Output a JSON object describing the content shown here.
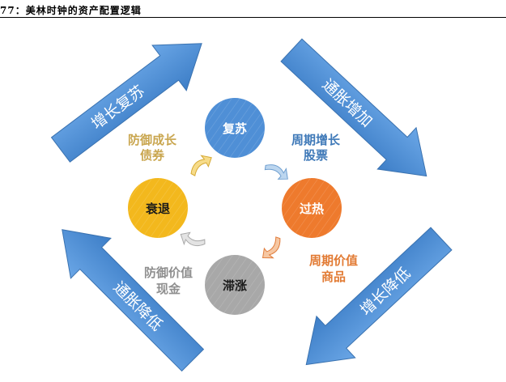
{
  "title": "77：美林时钟的资产配置逻辑",
  "arrows": [
    {
      "id": "recovery-arrow",
      "label": "增长复苏"
    },
    {
      "id": "inflation-up-arrow",
      "label": "通胀增加"
    },
    {
      "id": "growth-down-arrow",
      "label": "增长降低"
    },
    {
      "id": "inflation-down-arrow",
      "label": "通胀降低"
    }
  ],
  "phases": {
    "recovery": {
      "label": "复苏",
      "color": "#4f8fd6"
    },
    "overheat": {
      "label": "过热",
      "color": "#ee7a2d"
    },
    "stagflation": {
      "label": "滞涨",
      "color": "#a8a8a8"
    },
    "recession": {
      "label": "衰退",
      "color": "#f3b81d"
    }
  },
  "assets": {
    "defensive_growth": {
      "line1": "防御成长",
      "line2": "债券",
      "color": "#c9a64f"
    },
    "cyclical_growth": {
      "line1": "周期增长",
      "line2": "股票",
      "color": "#3f79b8"
    },
    "cyclical_value": {
      "line1": "周期价值",
      "line2": "商品",
      "color": "#e27b34"
    },
    "defensive_value": {
      "line1": "防御价值",
      "line2": "现金",
      "color": "#8f8f8f"
    }
  },
  "colors": {
    "arrow_fill": "#4a8ed6",
    "arrow_stroke": "#3a72b0"
  }
}
